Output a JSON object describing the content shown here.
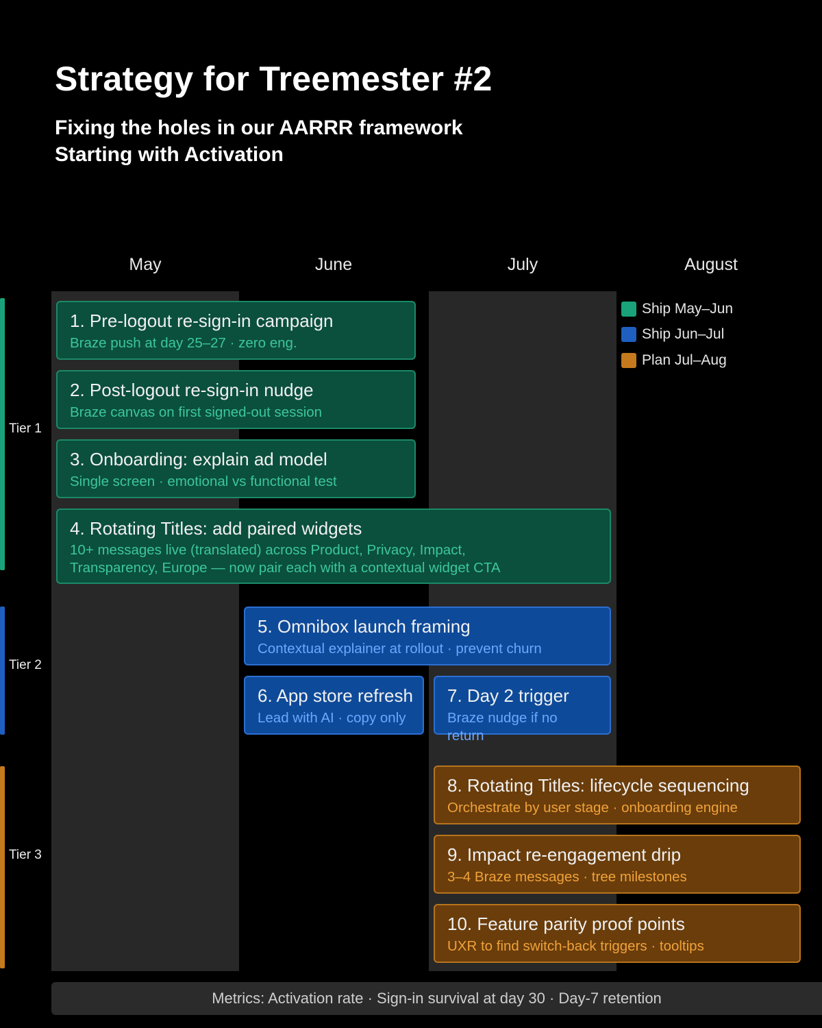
{
  "header": {
    "title": "Strategy for Treemester #2",
    "subtitle_line1": "Fixing the holes in our AARRR framework",
    "subtitle_line2": "Starting with Activation"
  },
  "months": [
    "May",
    "June",
    "July",
    "August"
  ],
  "tiers": [
    {
      "label": "Tier 1",
      "color": "#1aa37a"
    },
    {
      "label": "Tier 2",
      "color": "#1f5fc0"
    },
    {
      "label": "Tier 3",
      "color": "#c57a1d"
    }
  ],
  "legend": [
    {
      "label": "Ship May–Jun",
      "color": "#1aa37a"
    },
    {
      "label": "Ship Jun–Jul",
      "color": "#1f5fc0"
    },
    {
      "label": "Plan Jul–Aug",
      "color": "#c57a1d"
    }
  ],
  "items": [
    {
      "title": "1. Pre-logout re-sign-in campaign",
      "subtitle": "Braze push at day 25–27 · zero eng."
    },
    {
      "title": "2. Post-logout re-sign-in nudge",
      "subtitle": "Braze canvas on first signed-out session"
    },
    {
      "title": "3. Onboarding: explain ad model",
      "subtitle": "Single screen · emotional vs functional test"
    },
    {
      "title": "4. Rotating Titles: add paired widgets",
      "subtitle": "10+ messages live (translated) across Product, Privacy, Impact,\nTransparency, Europe — now pair each with a contextual widget CTA"
    },
    {
      "title": "5. Omnibox launch framing",
      "subtitle": "Contextual explainer at rollout · prevent churn"
    },
    {
      "title": "6. App store refresh",
      "subtitle": "Lead with AI · copy only"
    },
    {
      "title": "7. Day 2 trigger",
      "subtitle": "Braze nudge if no return"
    },
    {
      "title": "8. Rotating Titles: lifecycle sequencing",
      "subtitle": "Orchestrate by user stage · onboarding engine"
    },
    {
      "title": "9. Impact re-engagement drip",
      "subtitle": "3–4 Braze messages · tree milestones"
    },
    {
      "title": "10. Feature parity proof points",
      "subtitle": "UXR to find switch-back triggers · tooltips"
    }
  ],
  "footer": {
    "metrics": "Metrics: Activation rate · Sign-in survival at day 30 · Day-7 retention"
  }
}
